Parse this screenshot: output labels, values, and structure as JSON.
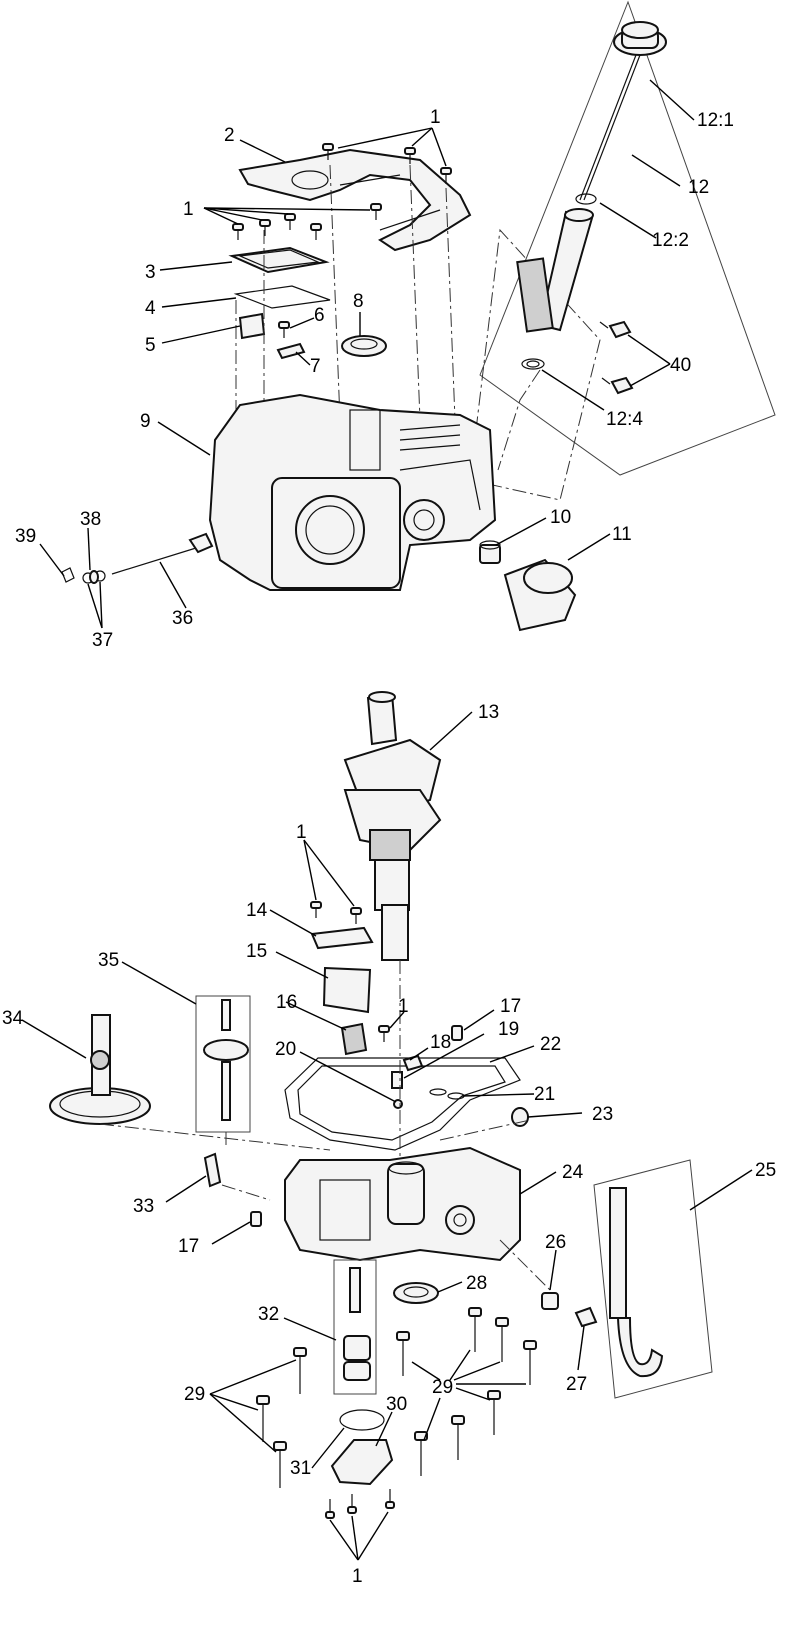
{
  "callouts": {
    "c1a": "1",
    "c2": "2",
    "c1b": "1",
    "c3": "3",
    "c4": "4",
    "c5": "5",
    "c6": "6",
    "c7": "7",
    "c8": "8",
    "c9": "9",
    "c10": "10",
    "c11": "11",
    "c12_1": "12:1",
    "c12": "12",
    "c12_2": "12:2",
    "c40": "40",
    "c12_4": "12:4",
    "c39": "39",
    "c38": "38",
    "c37": "37",
    "c36": "36",
    "c13": "13",
    "c1c": "1",
    "c14": "14",
    "c15": "15",
    "c35": "35",
    "c34": "34",
    "c16": "16",
    "c1d": "1",
    "c17a": "17",
    "c19": "19",
    "c18": "18",
    "c20": "20",
    "c22": "22",
    "c21": "21",
    "c23": "23",
    "c24": "24",
    "c25": "25",
    "c33": "33",
    "c17b": "17",
    "c26": "26",
    "c28": "28",
    "c32": "32",
    "c27": "27",
    "c29a": "29",
    "c29b": "29",
    "c30": "30",
    "c31": "31",
    "c1e": "1"
  }
}
